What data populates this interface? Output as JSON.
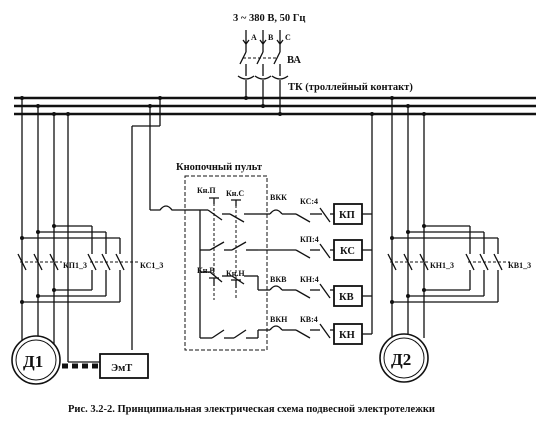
{
  "supply": {
    "voltage": "3 ~ 380 В, 50 Гц",
    "phase_a": "A",
    "phase_b": "B",
    "phase_c": "C"
  },
  "breaker": {
    "label": "ВА"
  },
  "trolley": {
    "label": "ТК (троллейный контакт)"
  },
  "pendant": {
    "title": "Кнопочный пульт"
  },
  "buttons": {
    "kn_p": "Кн.П",
    "kn_s": "Кн.С",
    "kn_v": "Кн.В",
    "kn_n": "Кн.Н"
  },
  "limit_switches": {
    "vkk": "ВКК",
    "vkv": "ВКВ",
    "vkn": "ВКН"
  },
  "interlocks": {
    "ks4": "КС:4",
    "kp4": "КП:4",
    "kn4": "КН:4",
    "kv4": "КВ:4"
  },
  "coils": {
    "kp": "КП",
    "ks": "КС",
    "kv": "КВ",
    "kn": "КН"
  },
  "contactors": {
    "kp13": "КП1_3",
    "ks13": "КС1_3",
    "kn13": "КН1_3",
    "kv13": "КВ1_3"
  },
  "motors": {
    "d1": "Д1",
    "d2": "Д2",
    "emt": "ЭмТ"
  },
  "caption": "Рис. 3.2-2. Принципиальная электрическая схема подвесной электротележки"
}
